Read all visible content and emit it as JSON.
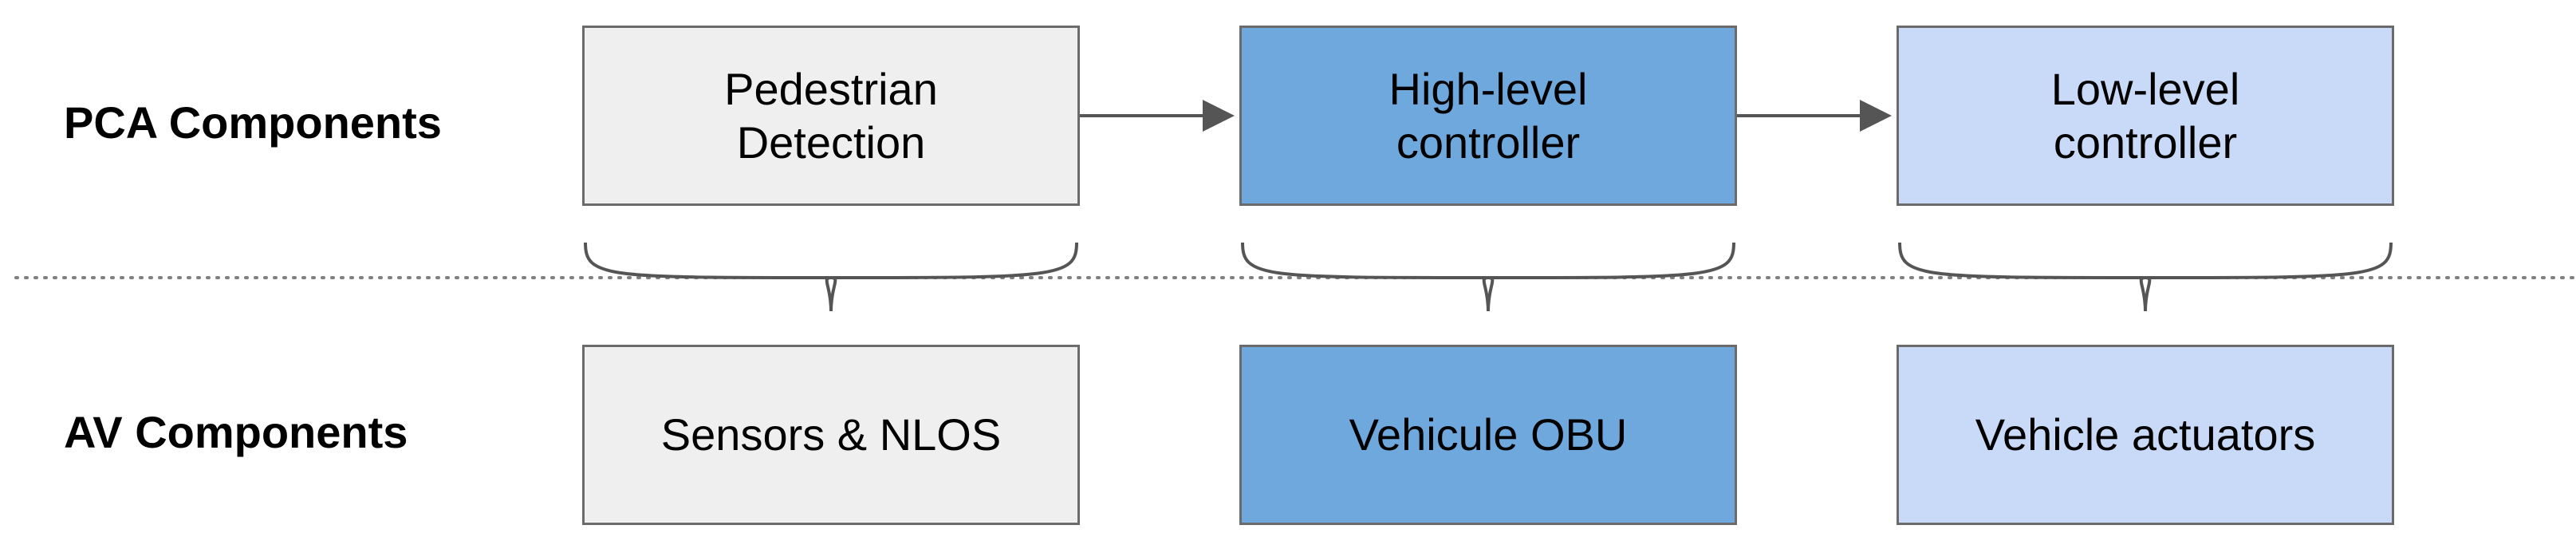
{
  "rows": {
    "pca_label": "PCA Components",
    "av_label": "AV Components"
  },
  "pca_components": [
    {
      "label": "Pedestrian\nDetection",
      "color": "#efefef"
    },
    {
      "label": "High-level\ncontroller",
      "color": "#6fa8dc"
    },
    {
      "label": "Low-level\ncontroller",
      "color": "#c9daf8"
    }
  ],
  "av_components": [
    {
      "label": "Sensors & NLOS",
      "color": "#efefef"
    },
    {
      "label": "Vehicule OBU",
      "color": "#6fa8dc"
    },
    {
      "label": "Vehicle actuators",
      "color": "#c9daf8"
    }
  ],
  "colors": {
    "border": "#6b6b6b",
    "arrow": "#555555",
    "divider": "#808080"
  }
}
